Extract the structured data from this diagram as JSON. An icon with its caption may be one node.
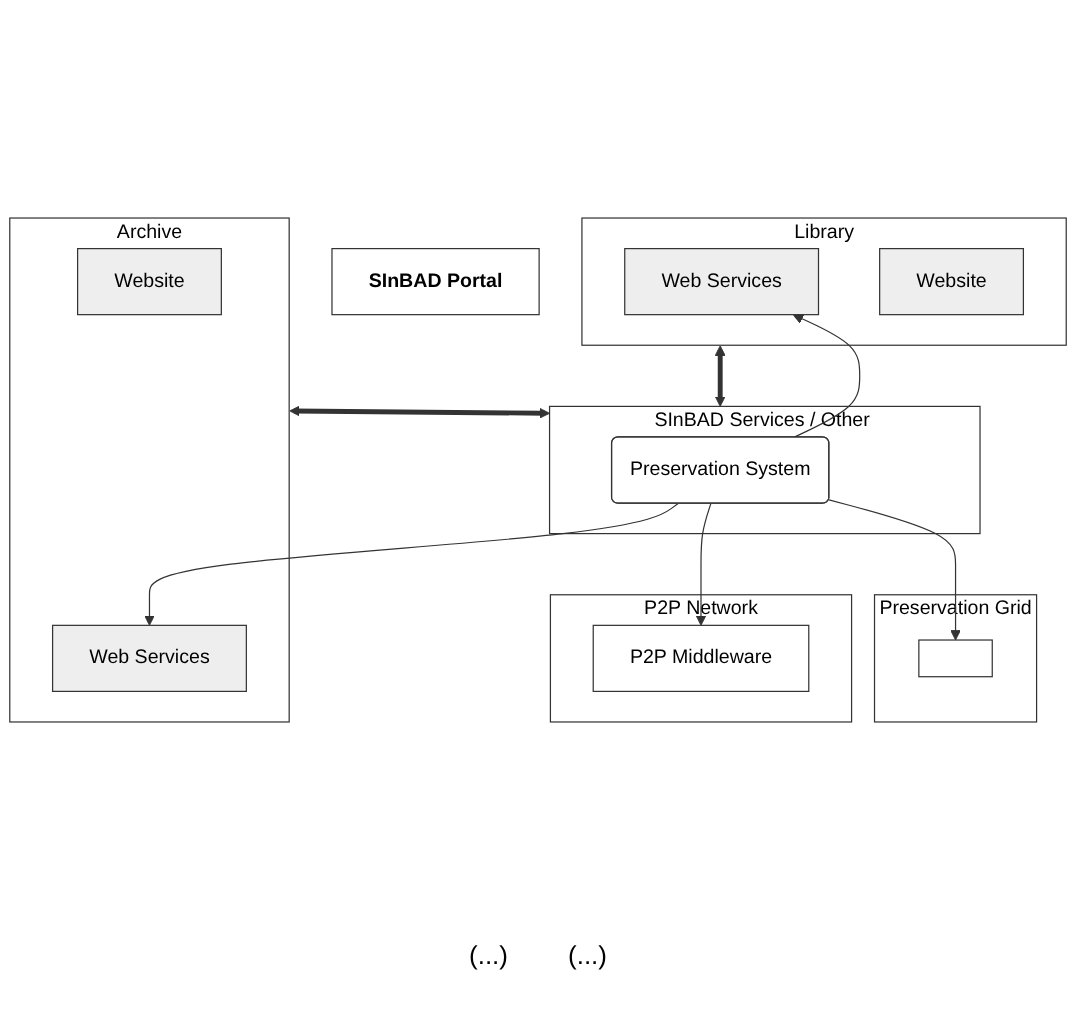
{
  "diagram": {
    "nodes": [
      {
        "text": [
          "SInBAD Portal"
        ]
      },
      {
        "text": [
          "Library"
        ]
      },
      {
        "text": [
          "Web Services"
        ],
        "in": 1
      },
      {
        "text": [
          "Website"
        ],
        "in": 1
      },
      {
        "text": [
          "Archive"
        ]
      },
      {
        "text": [
          "Website"
        ],
        "in": 4
      },
      {
        "text": [
          "Web Services"
        ],
        "in": 4
      },
      {
        "text": [
          "SInBAD Services / Other Services"
        ]
      },
      {
        "text": [
          "Preservation System"
        ],
        "in": 7
      },
      {
        "text": [
          "Preservation Grid"
        ]
      },
      {
        "text": [],
        "shape": "box",
        "in": 9
      },
      {
        "text": [
          "P2P Network"
        ]
      },
      {
        "text": [
          "P2P Middleware"
        ],
        "in": 11
      }
    ],
    "edges": [
      {
        "from": 1,
        "to": 7,
        "arrow": "both",
        "style": "thick"
      },
      {
        "from": 4,
        "to": 7,
        "arrow": "both",
        "style": "thick"
      },
      {
        "from": 8,
        "to": 2,
        "arrow": "to"
      },
      {
        "from": 8,
        "to": 6,
        "arrow": "to"
      },
      {
        "from": 8,
        "to": 10,
        "arrow": "to"
      },
      {
        "from": 8,
        "to": 12,
        "arrow": "to"
      }
    ],
    "labels": [
      "(...)",
      "(...)"
    ]
  }
}
